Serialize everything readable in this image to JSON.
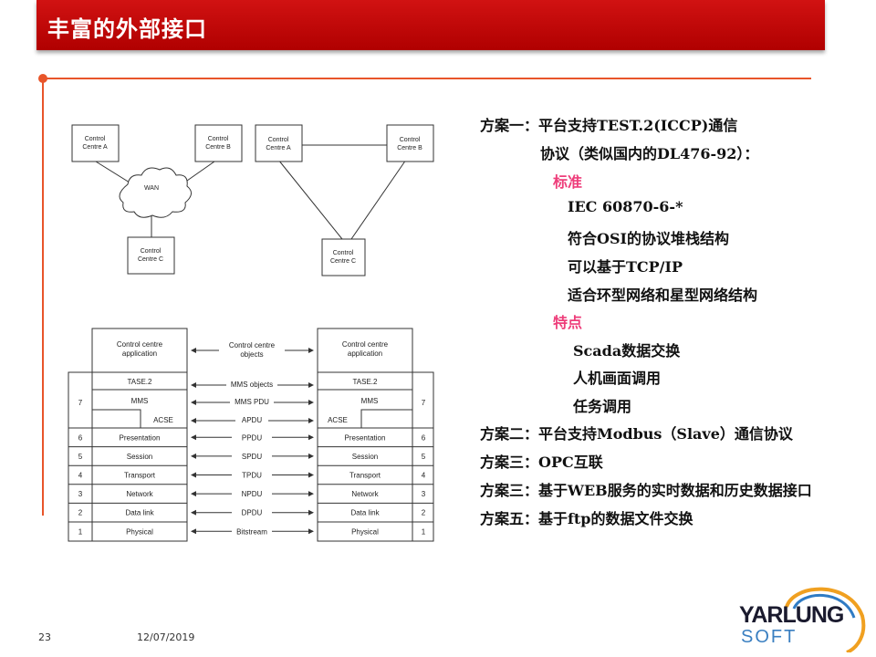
{
  "slide": {
    "title": "丰富的外部接口",
    "page_number": "23",
    "date": "12/07/2019"
  },
  "logo": {
    "line1": "YARLUNG",
    "line2": "SOFT"
  },
  "network_diagram": {
    "wan_a": "Control\nCentre A",
    "wan_b": "Control\nCentre B",
    "wan_c": "Control\nCentre C",
    "wan_cloud": "WAN",
    "star_a": "Control\nCentre A",
    "star_b": "Control\nCentre B",
    "star_c": "Control\nCentre C"
  },
  "stack_diagram": {
    "app_label": "Control centre\napplication",
    "app_objects": "Control centre\nobjects",
    "layer7_number": "7",
    "layer7_rows": [
      "TASE.2",
      "MMS",
      "ACSE"
    ],
    "layer7_pdus": [
      "MMS objects",
      "MMS PDU",
      "APDU"
    ],
    "layers": [
      {
        "num": "6",
        "name": "Presentation",
        "pdu": "PPDU"
      },
      {
        "num": "5",
        "name": "Session",
        "pdu": "SPDU"
      },
      {
        "num": "4",
        "name": "Transport",
        "pdu": "TPDU"
      },
      {
        "num": "3",
        "name": "Network",
        "pdu": "NPDU"
      },
      {
        "num": "2",
        "name": "Data link",
        "pdu": "DPDU"
      },
      {
        "num": "1",
        "name": "Physical",
        "pdu": "Bitstream"
      }
    ]
  },
  "content": {
    "plan1_a": "方案一：平台支持TEST.2(ICCP)通信",
    "plan1_b": "协议（类似国内的DL476-92）：",
    "standard_heading": "标准",
    "standards": [
      "IEC 60870-6-*",
      "符合OSI的协议堆栈结构",
      "可以基于TCP/IP",
      "适合环型网络和星型网络结构"
    ],
    "features_heading": "特点",
    "features": [
      "Scada数据交换",
      "人机画面调用",
      "任务调用"
    ],
    "plan2": "方案二：平台支持Modbus（Slave）通信协议",
    "plan3": "方案三：OPC互联",
    "plan4": "方案三：基于WEB服务的实时数据和历史数据接口",
    "plan5": "方案五：基于ftp的数据文件交换"
  },
  "colors": {
    "title_bar": "#c00000",
    "accent_line": "#e8552a",
    "highlight": "#ee3d7a"
  }
}
